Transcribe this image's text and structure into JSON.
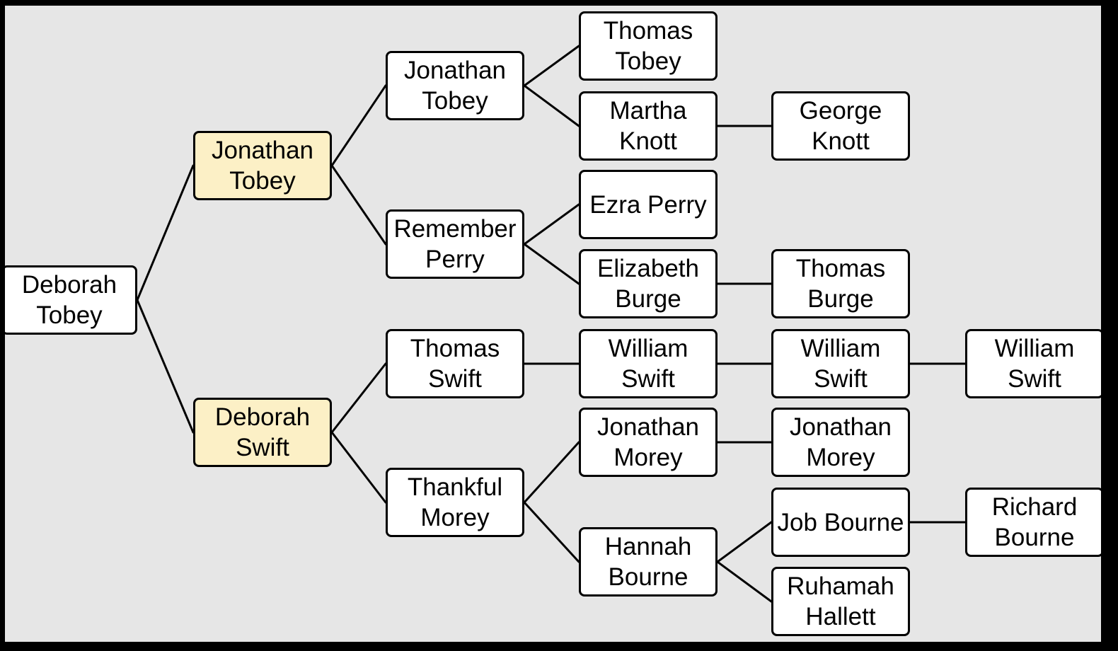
{
  "colors": {
    "background": "#e6e6e6",
    "frame": "#000000",
    "box_fill": "#ffffff",
    "highlight_fill": "#fcf0c6",
    "stroke": "#000000"
  },
  "people": {
    "deborah_tobey_root": "Deborah\nTobey",
    "jonathan_tobey_father": "Jonathan\nTobey",
    "deborah_swift_mother": "Deborah\nSwift",
    "jonathan_tobey_gf": "Jonathan\nTobey",
    "remember_perry": "Remember\nPerry",
    "thomas_swift": "Thomas\nSwift",
    "thankful_morey": "Thankful\nMorey",
    "thomas_tobey": "Thomas\nTobey",
    "martha_knott": "Martha\nKnott",
    "ezra_perry": "Ezra Perry",
    "elizabeth_burge": "Elizabeth\nBurge",
    "william_swift_1": "William\nSwift",
    "jonathan_morey_1": "Jonathan\nMorey",
    "hannah_bourne": "Hannah\nBourne",
    "george_knott": "George\nKnott",
    "thomas_burge": "Thomas\nBurge",
    "william_swift_2": "William\nSwift",
    "jonathan_morey_2": "Jonathan\nMorey",
    "job_bourne": "Job Bourne",
    "ruhamah_hallett": "Ruhamah\nHallett",
    "william_swift_3": "William\nSwift",
    "richard_bourne": "Richard\nBourne"
  },
  "links": [
    [
      "deborah_tobey_root",
      "jonathan_tobey_father"
    ],
    [
      "deborah_tobey_root",
      "deborah_swift_mother"
    ],
    [
      "jonathan_tobey_father",
      "jonathan_tobey_gf"
    ],
    [
      "jonathan_tobey_father",
      "remember_perry"
    ],
    [
      "deborah_swift_mother",
      "thomas_swift"
    ],
    [
      "deborah_swift_mother",
      "thankful_morey"
    ],
    [
      "jonathan_tobey_gf",
      "thomas_tobey"
    ],
    [
      "jonathan_tobey_gf",
      "martha_knott"
    ],
    [
      "remember_perry",
      "ezra_perry"
    ],
    [
      "remember_perry",
      "elizabeth_burge"
    ],
    [
      "thomas_swift",
      "william_swift_1"
    ],
    [
      "thankful_morey",
      "jonathan_morey_1"
    ],
    [
      "thankful_morey",
      "hannah_bourne"
    ],
    [
      "martha_knott",
      "george_knott"
    ],
    [
      "elizabeth_burge",
      "thomas_burge"
    ],
    [
      "william_swift_1",
      "william_swift_2"
    ],
    [
      "jonathan_morey_1",
      "jonathan_morey_2"
    ],
    [
      "hannah_bourne",
      "job_bourne"
    ],
    [
      "hannah_bourne",
      "ruhamah_hallett"
    ],
    [
      "william_swift_2",
      "william_swift_3"
    ],
    [
      "job_bourne",
      "richard_bourne"
    ]
  ]
}
